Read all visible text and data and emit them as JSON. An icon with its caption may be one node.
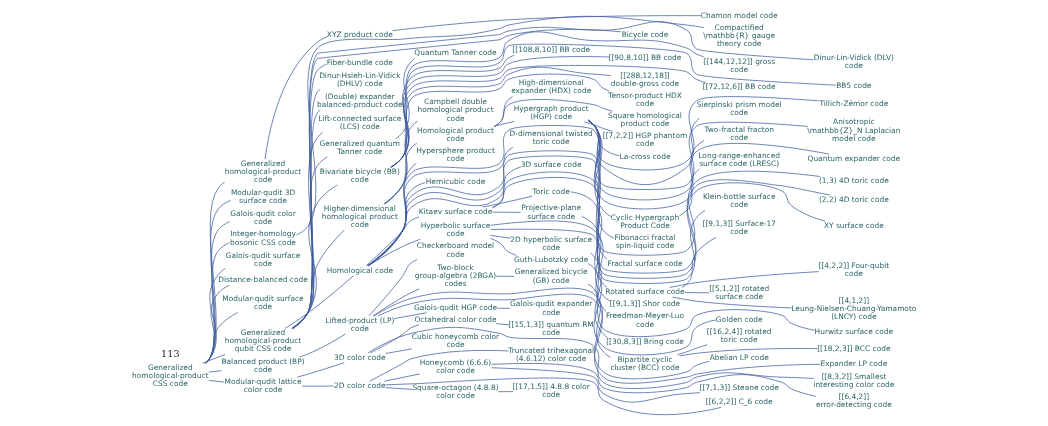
{
  "diagram": {
    "nodes": [
      {
        "text": [
          "XYZ product code"
        ]
      },
      {
        "text": [
          "Generalized homological-product code"
        ]
      },
      {
        "text": [
          "Chamon model code"
        ]
      },
      {
        "text": [
          "Modular-qudit 3D surface code"
        ]
      },
      {
        "text": [
          "Galois-qudit color code"
        ]
      },
      {
        "text": [
          "Integer-homology bosonic CSS code"
        ]
      },
      {
        "text": [
          "Galois-qudit surface code"
        ]
      },
      {
        "text": [
          "Distance-balanced code"
        ]
      },
      {
        "text": [
          "Compactified \\mathbb{R} gauge theory code"
        ]
      },
      {
        "text": [
          "Generalized homological-product CSS code"
        ]
      },
      {
        "text": [
          "Modular-qudit surface code"
        ]
      },
      {
        "text": [
          "Generalized homological-product qubit CSS code"
        ]
      },
      {
        "text": [
          "Dinur-Lin-Vidick (DLV) code"
        ]
      },
      {
        "text": [
          "Bicycle code"
        ]
      },
      {
        "text": [
          "Fiber-bundle code"
        ]
      },
      {
        "text": [
          "Balanced product (BP) code"
        ]
      },
      {
        "text": [
          "Dinur-Hsieh-Lin-Vidick (DHLV) code"
        ]
      },
      {
        "text": [
          "(Double) expander balanced-product code"
        ]
      },
      {
        "text": [
          "Checkerboard model code"
        ]
      },
      {
        "text": [
          "Modular-qudit lattice color code"
        ]
      },
      {
        "text": [
          "Lift-connected surface (LCS) code"
        ]
      },
      {
        "text": [
          "Generalized quantum Tanner code"
        ]
      },
      {
        "text": [
          "3D color code"
        ]
      },
      {
        "text": [
          "Quantum Tanner code"
        ]
      },
      {
        "text": [
          "Octahedral color code"
        ]
      },
      {
        "text": [
          "[[8,3,2]] Smallest interesting color code"
        ]
      },
      {
        "text": [
          "Bivariate bicycle (BB) code"
        ]
      },
      {
        "text": [
          "[[15,1,3]] quantum RM code"
        ]
      },
      {
        "text": [
          "Lifted-product (LP) code"
        ]
      },
      {
        "text": [
          "Higher-dimensional homological product code"
        ]
      },
      {
        "text": [
          "[[144,12,12]] gross code"
        ]
      },
      {
        "text": [
          "Cubic honeycomb color code"
        ]
      },
      {
        "text": [
          "Tensor-product HDX code"
        ]
      },
      {
        "text": [
          "BB5 code"
        ]
      },
      {
        "text": [
          "Two-block group-algebra (2BGA) codes"
        ]
      },
      {
        "text": [
          "[[108,8,10]] BB code"
        ]
      },
      {
        "text": [
          "Abelian LP code"
        ]
      },
      {
        "text": [
          "Campbell double homological product code"
        ]
      },
      {
        "text": [
          "2D color code"
        ]
      },
      {
        "text": [
          "[[90,8,10]] BB code"
        ]
      },
      {
        "text": [
          "Expander LP code"
        ]
      },
      {
        "text": [
          "Generalized bicycle (GB) code"
        ]
      },
      {
        "text": [
          "Truncated trihexagonal (4.6.12) color code"
        ]
      },
      {
        "text": [
          "[[72,12,6]] BB code"
        ]
      },
      {
        "text": [
          "Homological code"
        ]
      },
      {
        "text": [
          "Galois-qudit HGP code"
        ]
      },
      {
        "text": [
          "Hypersphere product code"
        ]
      },
      {
        "text": [
          "Bipartite cyclic cluster (BCC) code"
        ]
      },
      {
        "text": [
          "[[288,12,18]] double-gross code"
        ]
      },
      {
        "text": [
          "(1,3) 4D toric code"
        ]
      },
      {
        "text": [
          "Honeycomb (6.6.6) color code"
        ]
      },
      {
        "text": [
          "D-dimensional twisted toric code"
        ]
      },
      {
        "text": [
          "[[6,2,2]] C_6 code"
        ]
      },
      {
        "text": [
          "Hemicubic code"
        ]
      },
      {
        "text": [
          "Fractal surface code"
        ]
      },
      {
        "text": [
          "Galois-qudit expander code"
        ]
      },
      {
        "text": [
          "[[16,2,4]] rotated toric code"
        ]
      },
      {
        "text": [
          "Square-octagon (4.8.8) color code"
        ]
      },
      {
        "text": [
          "[[6,4,2]] error-detecting code"
        ]
      },
      {
        "text": [
          "Homological product code"
        ]
      },
      {
        "text": [
          "[[18,2,3]] BCC code"
        ]
      },
      {
        "text": [
          "(2,2) 4D toric code"
        ]
      },
      {
        "text": [
          "3D surface code"
        ]
      },
      {
        "text": [
          "High-dimensional expander (HDX) code"
        ]
      },
      {
        "text": [
          "Kitaev surface code"
        ]
      },
      {
        "text": [
          "[[7,1,3]] Steane code"
        ]
      },
      {
        "text": [
          "Square homological product code"
        ]
      },
      {
        "text": [
          "XY surface code"
        ]
      },
      {
        "text": [
          "Hyperbolic surface code"
        ]
      },
      {
        "text": [
          "[[17,1,5]] 4.8.8 color code"
        ]
      },
      {
        "text": [
          "Klein-bottle surface code"
        ]
      },
      {
        "text": [
          "Freedman-Meyer-Luo code"
        ]
      },
      {
        "text": [
          "Toric code"
        ]
      },
      {
        "text": [
          "Hurwitz surface code"
        ]
      },
      {
        "text": [
          "[[7,2,2]] HGP phantom code"
        ]
      },
      {
        "text": [
          "2D hyperbolic surface code"
        ]
      },
      {
        "text": [
          "Projective-plane surface code"
        ]
      },
      {
        "text": [
          "Rotated surface code"
        ]
      },
      {
        "text": [
          "Hypergraph product (HGP) code"
        ]
      },
      {
        "text": [
          "[[9,1,3]] Surface-17 code"
        ]
      },
      {
        "text": [
          "Guth-Lubotzky code"
        ]
      },
      {
        "text": [
          "La-cross code"
        ]
      },
      {
        "text": [
          "Tillich-Zémor code"
        ]
      },
      {
        "text": [
          "Sierpinski prism model code"
        ]
      },
      {
        "text": [
          "[[4,2,2]] Four-qubit code"
        ]
      },
      {
        "text": [
          "[[5,1,2]] rotated surface code"
        ]
      },
      {
        "text": [
          "[[9,1,3]] Shor code"
        ]
      },
      {
        "text": [
          "Anisotropic \\mathbb{Z}_N Laplacian model code"
        ]
      },
      {
        "text": [
          "Two-fractal fracton code"
        ]
      },
      {
        "text": [
          "[[30,8,3]] Bring code"
        ]
      },
      {
        "text": [
          "Quantum expander code"
        ]
      },
      {
        "text": [
          "[[4,1,2]] Leung-Nielsen-Chuang-Yamamoto (LNCY) code"
        ]
      },
      {
        "text": [
          "Cyclic Hypergraph Product Code"
        ]
      },
      {
        "text": [
          "Golden code"
        ]
      },
      {
        "text": [
          "Fibonacci fractal spin-liquid code"
        ]
      },
      {
        "text": [
          "Long-range-enhanced surface code (LRESC)"
        ]
      }
    ],
    "edges": [
      {
        "from": 9,
        "to": 1,
        "arrow": "none"
      },
      {
        "from": 1,
        "to": 0,
        "arrow": "none"
      },
      {
        "from": 0,
        "to": 2,
        "arrow": "none"
      },
      {
        "from": 9,
        "to": 3,
        "arrow": "none"
      },
      {
        "from": 9,
        "to": 4,
        "arrow": "none"
      },
      {
        "from": 9,
        "to": 6,
        "arrow": "none"
      },
      {
        "from": 9,
        "to": 7,
        "arrow": "none"
      },
      {
        "from": 9,
        "to": 5,
        "arrow": "none"
      },
      {
        "from": 5,
        "to": 8,
        "arrow": "none"
      },
      {
        "from": 9,
        "to": 10,
        "arrow": "none"
      },
      {
        "from": 9,
        "to": 15,
        "arrow": "none"
      },
      {
        "from": 15,
        "to": 28,
        "arrow": "none"
      },
      {
        "from": 9,
        "to": 19,
        "arrow": "none"
      },
      {
        "from": 9,
        "to": 11,
        "arrow": "none"
      },
      {
        "from": 11,
        "to": 12,
        "arrow": "none"
      },
      {
        "from": 11,
        "to": 16,
        "arrow": "none"
      },
      {
        "from": 11,
        "to": 13,
        "arrow": "none"
      },
      {
        "from": 11,
        "to": 14,
        "arrow": "none"
      },
      {
        "from": 11,
        "to": 17,
        "arrow": "none"
      },
      {
        "from": 11,
        "to": 20,
        "arrow": "none"
      },
      {
        "from": 11,
        "to": 21,
        "arrow": "none"
      },
      {
        "from": 21,
        "to": 23,
        "arrow": "none"
      },
      {
        "from": 11,
        "to": 29,
        "arrow": "none"
      },
      {
        "from": 29,
        "to": 32,
        "arrow": "none"
      },
      {
        "from": 29,
        "to": 37,
        "arrow": "none"
      },
      {
        "from": 29,
        "to": 59,
        "arrow": "none"
      },
      {
        "from": 11,
        "to": 26,
        "arrow": "none"
      },
      {
        "from": 11,
        "to": 44,
        "arrow": "none"
      },
      {
        "from": 26,
        "to": 33,
        "arrow": "none"
      },
      {
        "from": 26,
        "to": 30,
        "arrow": "none"
      },
      {
        "from": 26,
        "to": 35,
        "arrow": "none"
      },
      {
        "from": 26,
        "to": 39,
        "arrow": "none"
      },
      {
        "from": 26,
        "to": 43,
        "arrow": "none"
      },
      {
        "from": 26,
        "to": 48,
        "arrow": "none"
      },
      {
        "from": 19,
        "to": 38,
        "arrow": "none"
      },
      {
        "from": 19,
        "to": 22,
        "arrow": "none"
      },
      {
        "from": 22,
        "to": 25,
        "arrow": "none"
      },
      {
        "from": 22,
        "to": 31,
        "arrow": "none"
      },
      {
        "from": 22,
        "to": 24,
        "arrow": "none"
      },
      {
        "from": 24,
        "to": 27,
        "arrow": "none"
      },
      {
        "from": 38,
        "to": 42,
        "arrow": "none"
      },
      {
        "from": 38,
        "to": 52,
        "arrow": "none"
      },
      {
        "from": 38,
        "to": 57,
        "arrow": "none"
      },
      {
        "from": 57,
        "to": 69,
        "arrow": "none"
      },
      {
        "from": 38,
        "to": 50,
        "arrow": "none"
      },
      {
        "from": 50,
        "to": 65,
        "arrow": "none"
      },
      {
        "from": 50,
        "to": 58,
        "arrow": "none"
      },
      {
        "from": 28,
        "to": 18,
        "arrow": "none"
      },
      {
        "from": 28,
        "to": 40,
        "arrow": "none"
      },
      {
        "from": 28,
        "to": 36,
        "arrow": "none"
      },
      {
        "from": 28,
        "to": 45,
        "arrow": "none"
      },
      {
        "from": 45,
        "to": 55,
        "arrow": "none"
      },
      {
        "from": 28,
        "to": 34,
        "arrow": "none"
      },
      {
        "from": 34,
        "to": 41,
        "arrow": "none"
      },
      {
        "from": 41,
        "to": 47,
        "arrow": "none"
      },
      {
        "from": 47,
        "to": 60,
        "arrow": "none"
      },
      {
        "from": 47,
        "to": 56,
        "arrow": "none"
      },
      {
        "from": 44,
        "to": 46,
        "arrow": "none"
      },
      {
        "from": 44,
        "to": 51,
        "arrow": "none"
      },
      {
        "from": 44,
        "to": 54,
        "arrow": "none"
      },
      {
        "from": 44,
        "to": 53,
        "arrow": "none"
      },
      {
        "from": 44,
        "to": 49,
        "arrow": "none"
      },
      {
        "from": 44,
        "to": 61,
        "arrow": "none"
      },
      {
        "from": 44,
        "to": 62,
        "arrow": "none"
      },
      {
        "from": 44,
        "to": 64,
        "arrow": "none"
      },
      {
        "from": 44,
        "to": 68,
        "arrow": "none"
      },
      {
        "from": 64,
        "to": 67,
        "arrow": "none"
      },
      {
        "from": 64,
        "to": 72,
        "arrow": "none"
      },
      {
        "from": 64,
        "to": 70,
        "arrow": "none"
      },
      {
        "from": 64,
        "to": 76,
        "arrow": "none"
      },
      {
        "from": 76,
        "to": 86,
        "arrow": "none"
      },
      {
        "from": 72,
        "to": 77,
        "arrow": "none"
      },
      {
        "from": 77,
        "to": 79,
        "arrow": "none"
      },
      {
        "from": 77,
        "to": 85,
        "arrow": "none"
      },
      {
        "from": 77,
        "to": 84,
        "arrow": "none"
      },
      {
        "from": 77,
        "to": 91,
        "arrow": "none"
      },
      {
        "from": 68,
        "to": 73,
        "arrow": "none"
      },
      {
        "from": 68,
        "to": 80,
        "arrow": "none"
      },
      {
        "from": 80,
        "to": 93,
        "arrow": "none"
      },
      {
        "from": 68,
        "to": 75,
        "arrow": "none"
      },
      {
        "from": 75,
        "to": 89,
        "arrow": "none"
      },
      {
        "from": 68,
        "to": 71,
        "arrow": "none"
      },
      {
        "from": 59,
        "to": 63,
        "arrow": "none"
      },
      {
        "from": 59,
        "to": 66,
        "arrow": "none"
      },
      {
        "from": 59,
        "to": 78,
        "arrow": "none"
      },
      {
        "from": 78,
        "to": 74,
        "arrow": "none"
      },
      {
        "from": 78,
        "to": 81,
        "arrow": "none"
      },
      {
        "from": 78,
        "to": 82,
        "arrow": "none"
      },
      {
        "from": 78,
        "to": 90,
        "arrow": "none"
      },
      {
        "from": 78,
        "to": 94,
        "arrow": "none"
      },
      {
        "from": 78,
        "to": 88,
        "arrow": "none"
      },
      {
        "from": 78,
        "to": 92,
        "arrow": "none"
      },
      {
        "from": 92,
        "to": 95,
        "arrow": "none"
      },
      {
        "from": 78,
        "to": 87,
        "arrow": "none"
      },
      {
        "from": 78,
        "to": 83,
        "arrow": "none"
      }
    ],
    "labels": [
      "113"
    ]
  }
}
